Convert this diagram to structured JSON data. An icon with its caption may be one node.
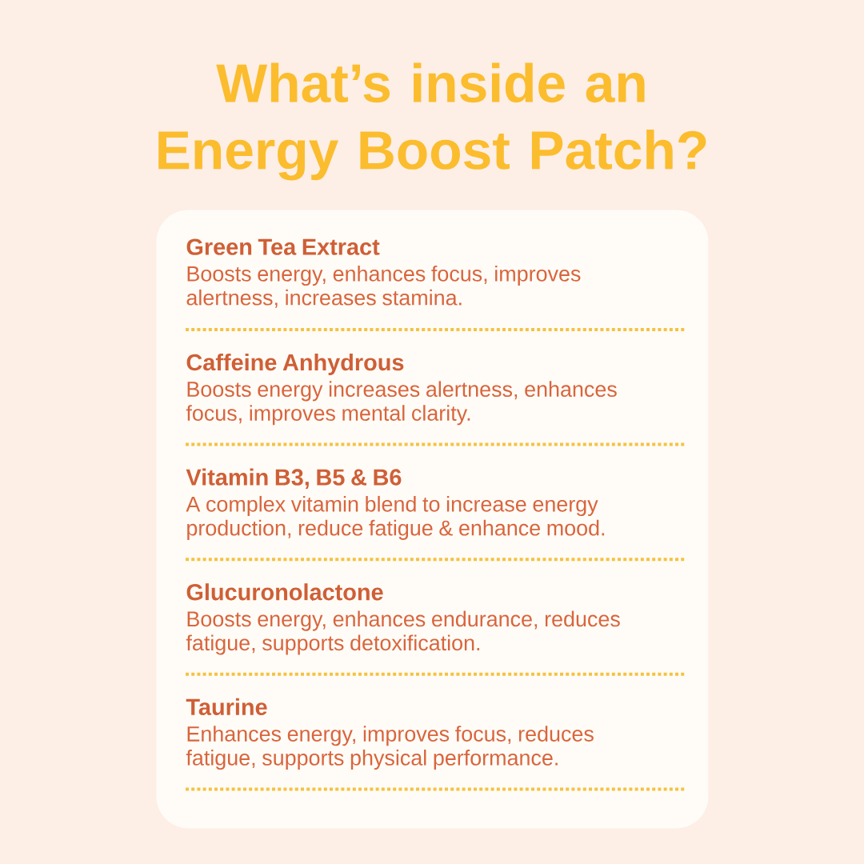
{
  "diagram": {
    "title": "What’s inside an Energy Boost Patch?",
    "nodes": [
      {
        "text": [],
        "shape": "box"
      },
      {
        "text": [
          "Green Tea Extract",
          "Boosts energy, enhances focus, improves alertness, increases stamina."
        ],
        "in": 0
      },
      {
        "text": [
          "Caffeine Anhydrous",
          "Boosts energy increases alertness, enhances focus, improves mental clarity."
        ],
        "in": 0
      },
      {
        "text": [
          "Vitamin B3, B5 & B6",
          "A complex vitamin blend to increase energy production, reduce fatigue & enhance mood."
        ],
        "in": 0
      },
      {
        "text": [
          "Glucuronolactone",
          "Boosts energy, enhances endurance, reduces fatigue, supports detoxification."
        ],
        "in": 0
      },
      {
        "text": [
          "Taurine",
          "Enhances energy, improves focus, reduces fatigue, supports physical performance."
        ],
        "in": 0
      }
    ]
  }
}
